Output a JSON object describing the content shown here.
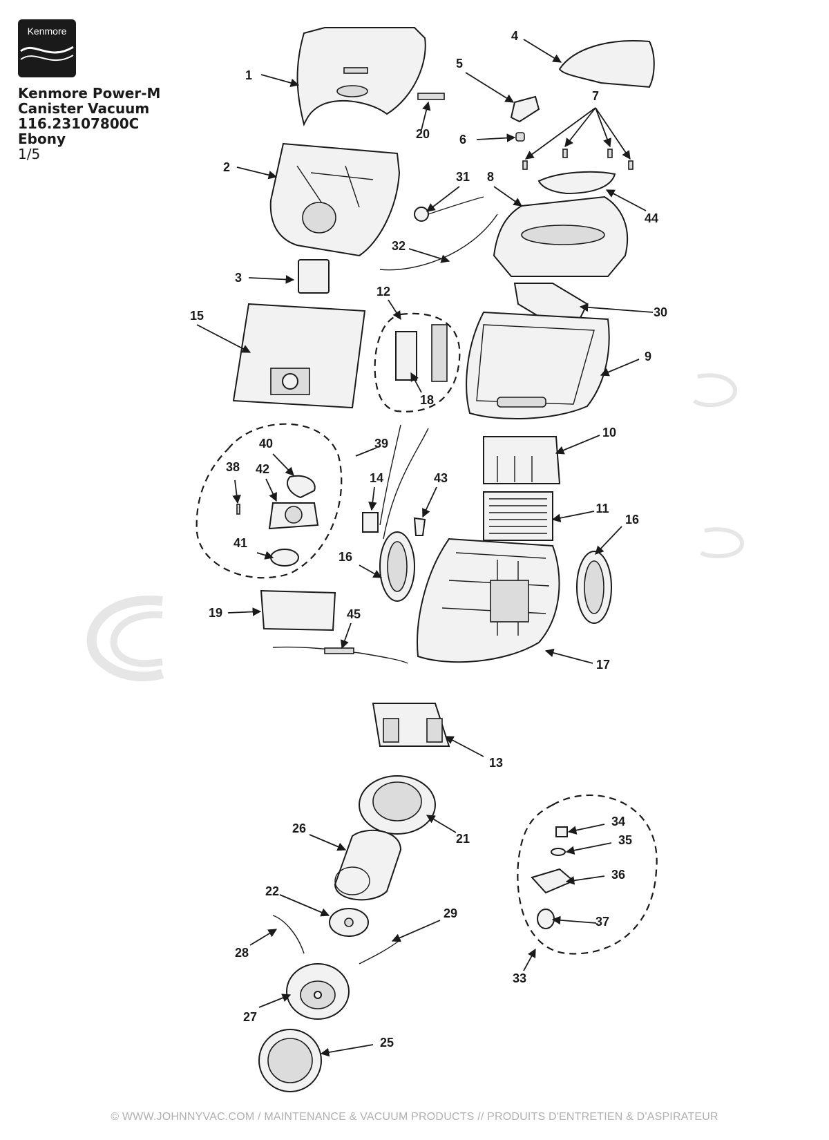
{
  "brand": {
    "logo_text": "Kenmore",
    "logo_bg": "#1a1a1a",
    "logo_fg": "#ffffff"
  },
  "title": {
    "line1": "Kenmore Power-M",
    "line2": "Canister Vacuum",
    "line3": "116.23107800C",
    "line4": "Ebony",
    "page": "1/5"
  },
  "parts": [
    {
      "id": "p1",
      "label": "1"
    },
    {
      "id": "p2",
      "label": "2"
    },
    {
      "id": "p3",
      "label": "3"
    },
    {
      "id": "p4",
      "label": "4"
    },
    {
      "id": "p5",
      "label": "5"
    },
    {
      "id": "p6",
      "label": "6"
    },
    {
      "id": "p7",
      "label": "7"
    },
    {
      "id": "p8",
      "label": "8"
    },
    {
      "id": "p9",
      "label": "9"
    },
    {
      "id": "p10",
      "label": "10"
    },
    {
      "id": "p11",
      "label": "11"
    },
    {
      "id": "p12",
      "label": "12"
    },
    {
      "id": "p13",
      "label": "13"
    },
    {
      "id": "p14",
      "label": "14"
    },
    {
      "id": "p15",
      "label": "15"
    },
    {
      "id": "p16a",
      "label": "16"
    },
    {
      "id": "p16b",
      "label": "16"
    },
    {
      "id": "p17",
      "label": "17"
    },
    {
      "id": "p18",
      "label": "18"
    },
    {
      "id": "p19",
      "label": "19"
    },
    {
      "id": "p20",
      "label": "20"
    },
    {
      "id": "p21",
      "label": "21"
    },
    {
      "id": "p22",
      "label": "22"
    },
    {
      "id": "p25",
      "label": "25"
    },
    {
      "id": "p26",
      "label": "26"
    },
    {
      "id": "p27",
      "label": "27"
    },
    {
      "id": "p28",
      "label": "28"
    },
    {
      "id": "p29",
      "label": "29"
    },
    {
      "id": "p30",
      "label": "30"
    },
    {
      "id": "p31",
      "label": "31"
    },
    {
      "id": "p32",
      "label": "32"
    },
    {
      "id": "p33",
      "label": "33"
    },
    {
      "id": "p34",
      "label": "34"
    },
    {
      "id": "p35",
      "label": "35"
    },
    {
      "id": "p36",
      "label": "36"
    },
    {
      "id": "p37",
      "label": "37"
    },
    {
      "id": "p38",
      "label": "38"
    },
    {
      "id": "p39",
      "label": "39"
    },
    {
      "id": "p40",
      "label": "40"
    },
    {
      "id": "p41",
      "label": "41"
    },
    {
      "id": "p42",
      "label": "42"
    },
    {
      "id": "p43",
      "label": "43"
    },
    {
      "id": "p44",
      "label": "44"
    },
    {
      "id": "p45",
      "label": "45"
    }
  ],
  "footer": "© WWW.JOHNNYVAC.COM / MAINTENANCE & VACUUM PRODUCTS  //  PRODUITS D'ENTRETIEN & D'ASPIRATEUR"
}
